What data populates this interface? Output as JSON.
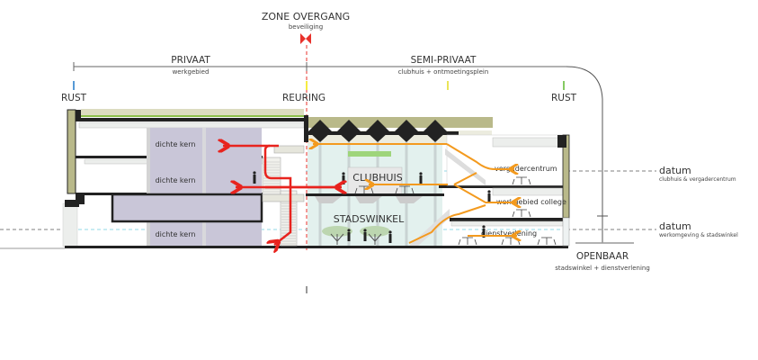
{
  "title": "Doorsnede zonering",
  "zone_transition": {
    "title": "ZONE OVERGANG",
    "subtitle": "beveiliging"
  },
  "zones": [
    {
      "name": "PRIVAAT",
      "description": "werkgebied"
    },
    {
      "name": "SEMI-PRIVAAT",
      "description": "clubhuis + ontmoetingsplein"
    },
    {
      "name": "OPENBAAR",
      "description": "stadswinkel + dienstverlening"
    }
  ],
  "intensity_scale": {
    "labels": [
      "RUST",
      "REURING",
      "RUST"
    ],
    "colors": {
      "calm": "#1f78c8",
      "mid": "#5cb82e",
      "busy": "#f2e600",
      "end": "#5cb82e"
    }
  },
  "rooms": {
    "core_label": "dichte kern",
    "cores": [
      "dichte kern",
      "dichte kern",
      "dichte kern"
    ],
    "clubhuis": "CLUBHUIS",
    "stadswinkel": "STADSWINKEL",
    "vergadercentrum": "vergadercentrum",
    "werkgebied_college": "werkgebied college",
    "dienstverlening": "dienstverlening"
  },
  "datums": [
    {
      "label": "datum",
      "description": "clubhuis & vergadercentrum"
    },
    {
      "label": "datum",
      "description": "werkomgeving & stadswinkel"
    }
  ],
  "colors": {
    "security_line": "#e8312b",
    "private_route": "#e8231e",
    "public_route": "#f39a1e",
    "core_fill": "#c9c6d8",
    "roof_green": "#b9b98a",
    "datum_line": "#6ccde0",
    "structure": "#222222"
  }
}
